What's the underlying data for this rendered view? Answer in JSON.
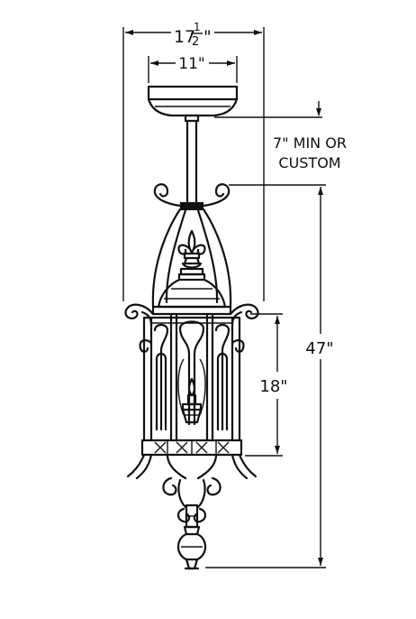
{
  "dimensions": {
    "overall_width": {
      "whole": "17",
      "num": "1",
      "den": "2",
      "unit": "\""
    },
    "canopy_width": "11\"",
    "min_chain": {
      "line1": "7\" MIN OR",
      "line2": "CUSTOM"
    },
    "overall_height": "47\"",
    "body_height": "18\""
  }
}
